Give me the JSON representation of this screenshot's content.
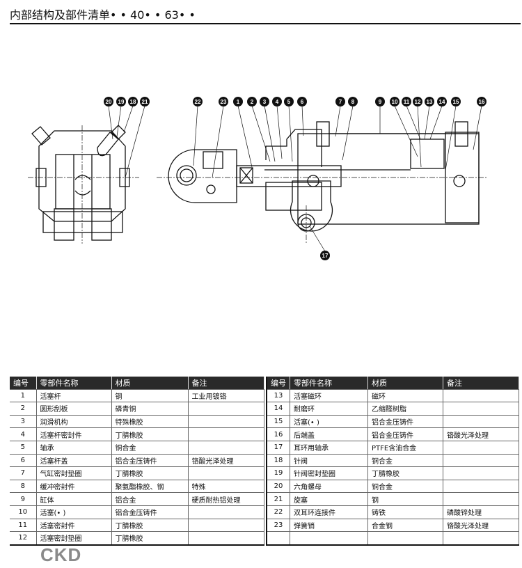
{
  "title": "内部结构及部件清单• • 40• • 63• •",
  "callouts_side": [
    "20",
    "19",
    "18",
    "21"
  ],
  "callouts_main": [
    "22",
    "23",
    "1",
    "2",
    "3",
    "4",
    "5",
    "6",
    "7",
    "8",
    "9",
    "10",
    "11",
    "12",
    "13",
    "14",
    "15",
    "16"
  ],
  "callout_bottom": "17",
  "table_headers": [
    "编号",
    "零部件名称",
    "材质",
    "备注"
  ],
  "parts_left": [
    {
      "no": "1",
      "name": "活塞杆",
      "material": "钢",
      "note": "工业用镀铬"
    },
    {
      "no": "2",
      "name": "圆形刮板",
      "material": "磷青铜",
      "note": ""
    },
    {
      "no": "3",
      "name": "润滑机构",
      "material": "特殊橡胶",
      "note": ""
    },
    {
      "no": "4",
      "name": "活塞杆密封件",
      "material": "丁腈橡胶",
      "note": ""
    },
    {
      "no": "5",
      "name": "轴承",
      "material": "铜合金",
      "note": ""
    },
    {
      "no": "6",
      "name": "活塞杆盖",
      "material": "铝合金压铸件",
      "note": "铬酸光泽处理"
    },
    {
      "no": "7",
      "name": "气缸密封垫圈",
      "material": "丁腈橡胶",
      "note": ""
    },
    {
      "no": "8",
      "name": "缓冲密封件",
      "material": "聚氨酯橡胶、钢",
      "note": "特殊"
    },
    {
      "no": "9",
      "name": "缸体",
      "material": "铝合金",
      "note": "硬质耐热铝处理"
    },
    {
      "no": "10",
      "name": "活塞(• )",
      "material": "铝合金压铸件",
      "note": ""
    },
    {
      "no": "11",
      "name": "活塞密封件",
      "material": "丁腈橡胶",
      "note": ""
    },
    {
      "no": "12",
      "name": "活塞密封垫圈",
      "material": "丁腈橡胶",
      "note": ""
    }
  ],
  "parts_right": [
    {
      "no": "13",
      "name": "活塞磁环",
      "material": "磁环",
      "note": ""
    },
    {
      "no": "14",
      "name": "耐磨环",
      "material": "乙缩醛树脂",
      "note": ""
    },
    {
      "no": "15",
      "name": "活塞(• )",
      "material": "铝合金压铸件",
      "note": ""
    },
    {
      "no": "16",
      "name": "后端盖",
      "material": "铝合金压铸件",
      "note": "铬酸光泽处理"
    },
    {
      "no": "17",
      "name": "耳环用轴承",
      "material": "PTFE含油合金",
      "note": ""
    },
    {
      "no": "18",
      "name": "针阀",
      "material": "铜合金",
      "note": ""
    },
    {
      "no": "19",
      "name": "针阀密封垫圈",
      "material": "丁腈橡胶",
      "note": ""
    },
    {
      "no": "20",
      "name": "六角螺母",
      "material": "铜合金",
      "note": ""
    },
    {
      "no": "21",
      "name": "旋塞",
      "material": "钢",
      "note": ""
    },
    {
      "no": "22",
      "name": "双耳环连接件",
      "material": "铸铁",
      "note": "磷酸锌处理"
    },
    {
      "no": "23",
      "name": "弹簧销",
      "material": "合金钢",
      "note": "铬酸光泽处理"
    },
    {
      "no": "",
      "name": "",
      "material": "",
      "note": ""
    }
  ],
  "logo": "CKD"
}
